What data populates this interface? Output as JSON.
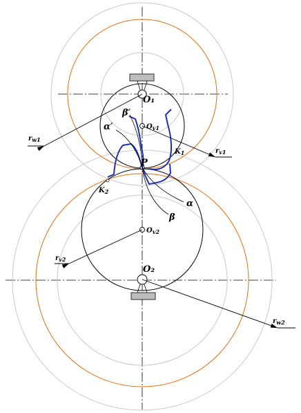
{
  "colors": {
    "background": "#ffffff",
    "outer_circles": "#c8c8c8",
    "pitch_circles": "#e26d10",
    "profiles": "#1f2fb5",
    "lines": "#000000",
    "pivot_block": "#bdbdbd"
  },
  "labels": {
    "o1": "O₁",
    "o2": "O₂",
    "ov1": "O",
    "ov1_sub": "v1",
    "ov2": "O",
    "ov2_sub": "v2",
    "p": "P",
    "k1": "K",
    "k1_sub": "1",
    "k2": "K",
    "k2_sub": "2",
    "alpha": "α",
    "beta": "β",
    "alpha_prime": "α′",
    "beta_prime": "β′",
    "rw1": "r",
    "rw1_sub": "w1",
    "rw2": "r",
    "rw2_sub": "w2",
    "rv1": "r",
    "rv1_sub": "v1",
    "rv2": "r",
    "rv2_sub": "v2"
  }
}
